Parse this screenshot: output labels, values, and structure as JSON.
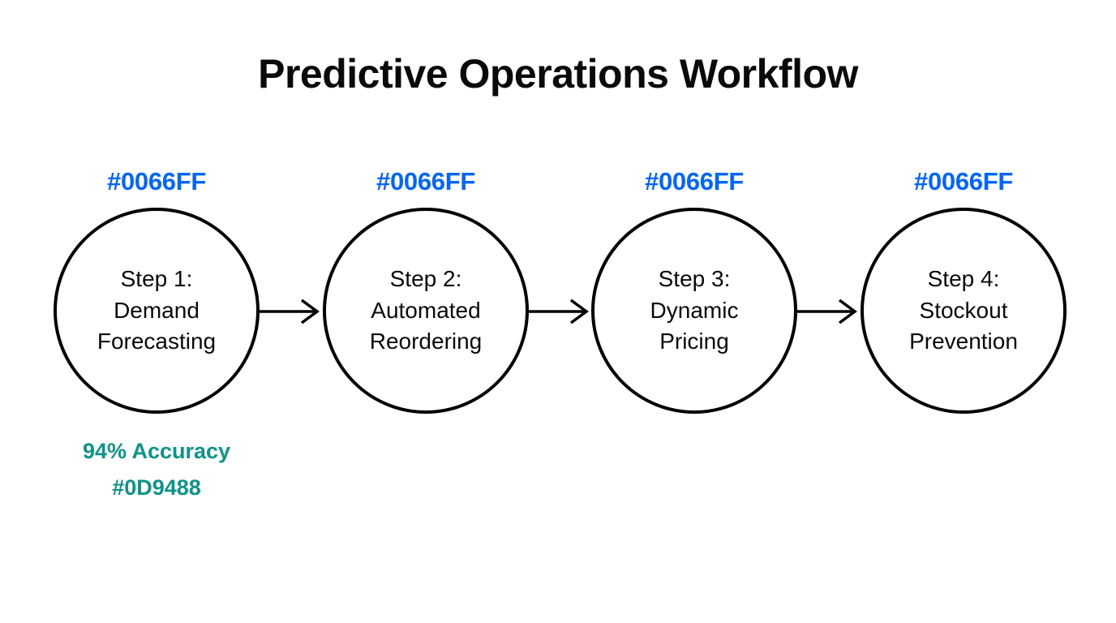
{
  "title": "Predictive Operations Workflow",
  "background_color": "#FFFFFF",
  "node_border_color": "#000000",
  "node_text_color": "#0A0A0A",
  "arrow_color": "#000000",
  "nodes": [
    {
      "color_code": "#0066FF",
      "color_code_label": "#0066FF",
      "label": "Step 1:\nDemand\nForecasting",
      "annotation": "94% Accuracy\n#0D9488",
      "annotation_color": "#0D9488"
    },
    {
      "color_code": "#0066FF",
      "color_code_label": "#0066FF",
      "label": "Step 2:\nAutomated\nReordering",
      "annotation": "",
      "annotation_color": "#0D9488"
    },
    {
      "color_code": "#0066FF",
      "color_code_label": "#0066FF",
      "label": "Step 3:\nDynamic\nPricing",
      "annotation": "",
      "annotation_color": "#0D9488"
    },
    {
      "color_code": "#0066FF",
      "color_code_label": "#0066FF",
      "label": "Step 4:\nStockout\nPrevention",
      "annotation": "",
      "annotation_color": "#0D9488"
    }
  ],
  "connectors": [
    {
      "from": "Step 1: Demand Forecasting",
      "to": "Step 2: Automated Reordering"
    },
    {
      "from": "Step 2: Automated Reordering",
      "to": "Step 3: Dynamic Pricing"
    },
    {
      "from": "Step 3: Dynamic Pricing",
      "to": "Step 4: Stockout Prevention"
    }
  ]
}
